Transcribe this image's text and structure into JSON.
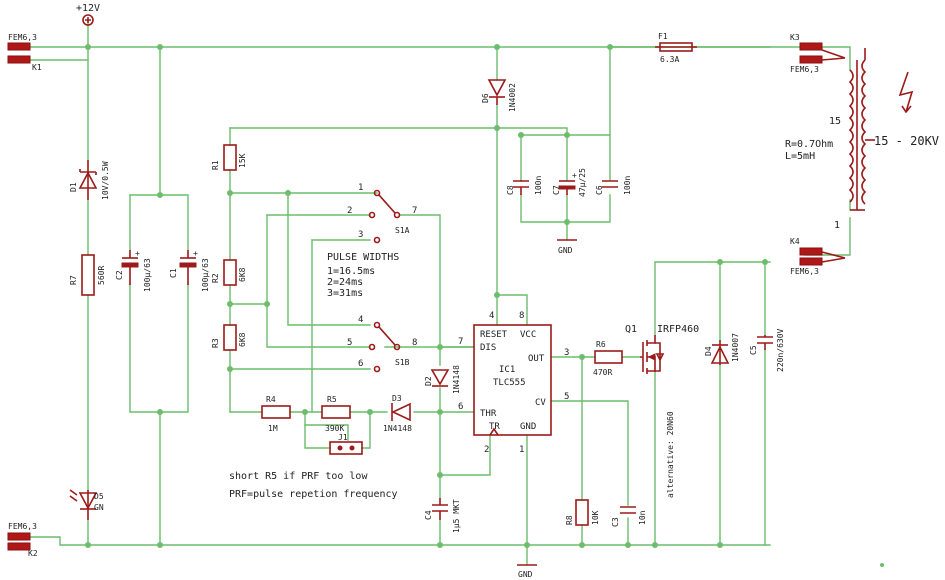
{
  "supply": {
    "vcc": "+12V",
    "gnd1": "GND",
    "gnd2": "GND"
  },
  "connectors": {
    "k1_type": "FEM6,3",
    "k1": "K1",
    "k2_type": "FEM6,3",
    "k2": "K2",
    "k3": "K3",
    "k3_type": "FEM6,3",
    "k4": "K4",
    "k4_type": "FEM6,3"
  },
  "fuse": {
    "ref": "F1",
    "value": "6.3A"
  },
  "coil": {
    "r": "R=0.7Ohm",
    "l": "L=5mH",
    "turns": "15",
    "pin1": "1",
    "hv": "15 - 20KV"
  },
  "switch": {
    "s1a": "S1A",
    "s1b": "S1B",
    "a1": "1",
    "a2": "2",
    "a3": "3",
    "a7": "7",
    "b4": "4",
    "b5": "5",
    "b6": "6",
    "b8": "8"
  },
  "notes": {
    "pulse_title": "PULSE WIDTHS",
    "pw1": "1=16.5ms",
    "pw2": "2=24ms",
    "pw3": "3=31ms",
    "short_r5": "short R5 if PRF too low",
    "prf_def": "PRF=pulse repetion frequency",
    "alternative": "alternative: 20N60"
  },
  "ic": {
    "ref": "IC1",
    "part": "TLC555",
    "reset": "RESET",
    "vcc": "VCC",
    "dis": "DIS",
    "out": "OUT",
    "thr": "THR",
    "tr": "TR",
    "cv": "CV",
    "gnd": "GND",
    "p4": "4",
    "p8": "8",
    "p7": "7",
    "p3": "3",
    "p6": "6",
    "p2": "2",
    "p5": "5",
    "p1": "1"
  },
  "components": {
    "d1_ref": "D1",
    "d1_val": "10V/0.5W",
    "r7_ref": "R7",
    "r7_val": "560R",
    "d5_ref": "D5",
    "d5_val": "GN",
    "c2_ref": "C2",
    "c2_val": "100µ/63",
    "c1_ref": "C1",
    "c1_val": "100µ/63",
    "r1_ref": "R1",
    "r1_val": "15K",
    "r2_ref": "R2",
    "r2_val": "6K8",
    "r3_ref": "R3",
    "r3_val": "6K8",
    "r4_ref": "R4",
    "r4_val": "1M",
    "r5_ref": "R5",
    "r5_val": "390K",
    "j1_ref": "J1",
    "d3_ref": "D3",
    "d3_val": "1N4148",
    "d2_ref": "D2",
    "d2_val": "1N4148",
    "c4_ref": "C4",
    "c4_val": "1µ5 MKT",
    "d6_ref": "D6",
    "d6_val": "1N4002",
    "c8_ref": "C8",
    "c8_val": "100n",
    "c7_ref": "C7",
    "c7_val": "47µ/25",
    "c6_ref": "C6",
    "c6_val": "100n",
    "r6_ref": "R6",
    "r6_val": "470R",
    "q1_ref": "Q1",
    "q1_val": "IRFP460",
    "d4_ref": "D4",
    "d4_val": "1N4007",
    "c5_ref": "C5",
    "c5_val": "220n/630V",
    "r8_ref": "R8",
    "r8_val": "10K",
    "c3_ref": "C3",
    "c3_val": "10n"
  },
  "colors": {
    "wire": "#6cbd6c",
    "part": "#9c1a1a",
    "text": "#222222",
    "connector": "#b01818"
  }
}
